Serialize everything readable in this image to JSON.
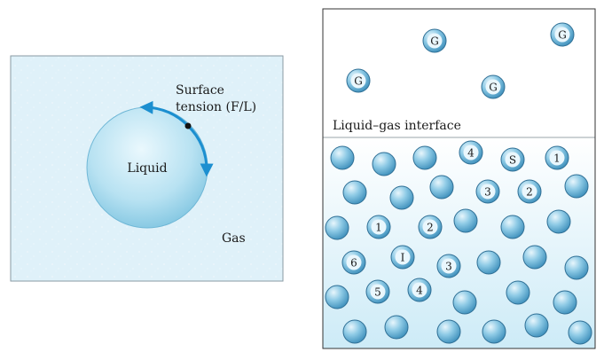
{
  "left_panel": {
    "surface_tension_line1": "Surface",
    "surface_tension_line2": "tension (F/L)",
    "liquid_label": "Liquid",
    "gas_label": "Gas"
  },
  "right_panel": {
    "interface_label": "Liquid–gas interface",
    "gas_molecules": [
      "G",
      "G",
      "G",
      "G"
    ],
    "liquid_molecules": [
      "",
      "",
      "",
      "4",
      "S",
      "1",
      "",
      "",
      "",
      "3",
      "2",
      "",
      "",
      "1",
      "2",
      "",
      "",
      "",
      "6",
      "I",
      "3",
      "",
      "",
      "",
      "",
      "5",
      "4",
      "",
      "",
      "",
      "",
      "",
      "",
      "",
      "",
      ""
    ]
  },
  "colors": {
    "panel_bg": "#dff1f9",
    "droplet_center": "#e6f6fc",
    "droplet_edge": "#7ec4e0",
    "arrow": "#1c8fd0",
    "molecule": "#58a9d1",
    "interface_line": "#9aa4aa"
  }
}
